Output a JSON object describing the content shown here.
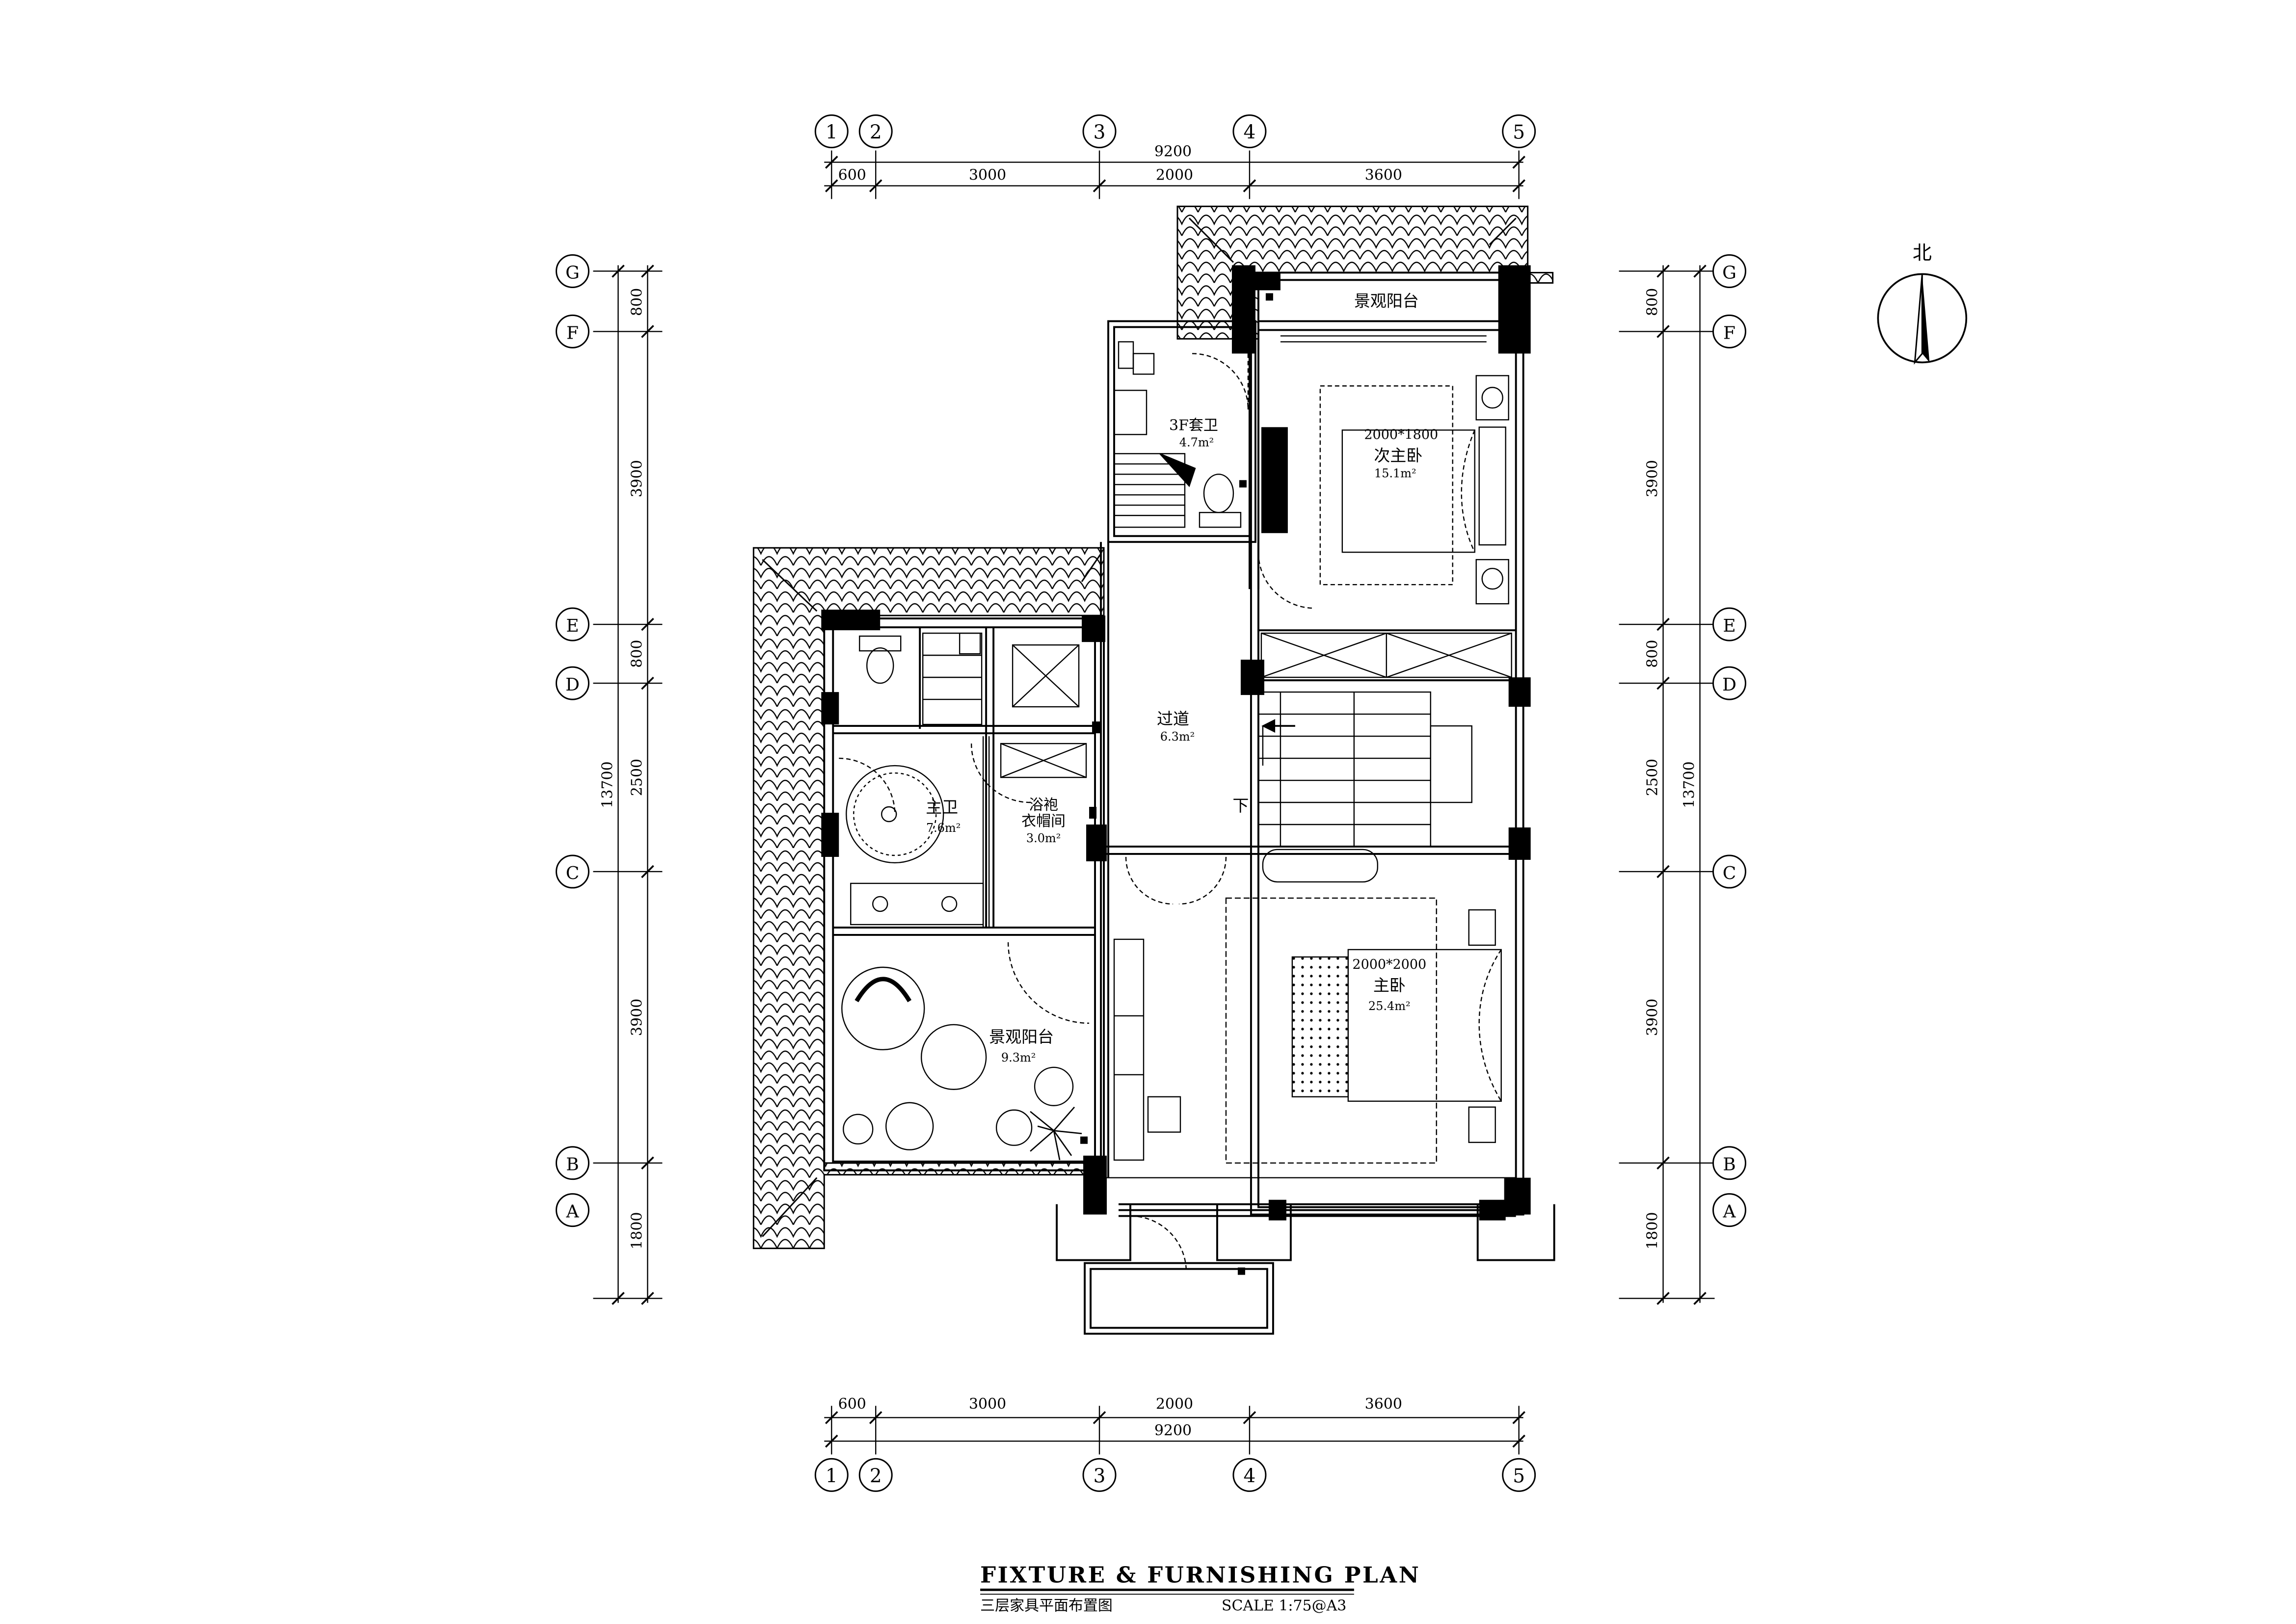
{
  "grid": {
    "columns": [
      "1",
      "2",
      "3",
      "4",
      "5"
    ],
    "rows": [
      "G",
      "F",
      "E",
      "D",
      "C",
      "B",
      "A"
    ]
  },
  "dims": {
    "top_total": "9200",
    "top_segments": [
      "600",
      "3000",
      "2000",
      "3600"
    ],
    "bottom_segments": [
      "600",
      "3000",
      "2000",
      "3600"
    ],
    "bottom_total": "9200",
    "left_segments": [
      "800",
      "3900",
      "800",
      "2500",
      "3900",
      "1800"
    ],
    "left_total": "13700",
    "right_segments": [
      "800",
      "3900",
      "800",
      "2500",
      "3900",
      "1800"
    ],
    "right_total": "13700"
  },
  "north": {
    "label": "北"
  },
  "rooms": {
    "balcony_north": {
      "name": "景观阳台"
    },
    "bath3f": {
      "name": "3F套卫",
      "area": "4.7m²"
    },
    "bedroom2": {
      "bed": "2000*1800",
      "name": "次主卧",
      "area": "15.1m²"
    },
    "corridor": {
      "name": "过道",
      "area": "6.3m²"
    },
    "stair": {
      "label": "下"
    },
    "master_bath": {
      "name": "主卫",
      "area": "7.6m²"
    },
    "wardrobe": {
      "line1": "浴袍",
      "line2": "衣帽间",
      "area": "3.0m²"
    },
    "master_bed": {
      "bed": "2000*2000",
      "name": "主卧",
      "area": "25.4m²"
    },
    "balcony_west": {
      "name": "景观阳台",
      "area": "9.3m²"
    }
  },
  "title_block": {
    "title": "FIXTURE & FURNISHING PLAN",
    "subtitle": "三层家具平面布置图",
    "scale": "SCALE  1:75@A3"
  }
}
